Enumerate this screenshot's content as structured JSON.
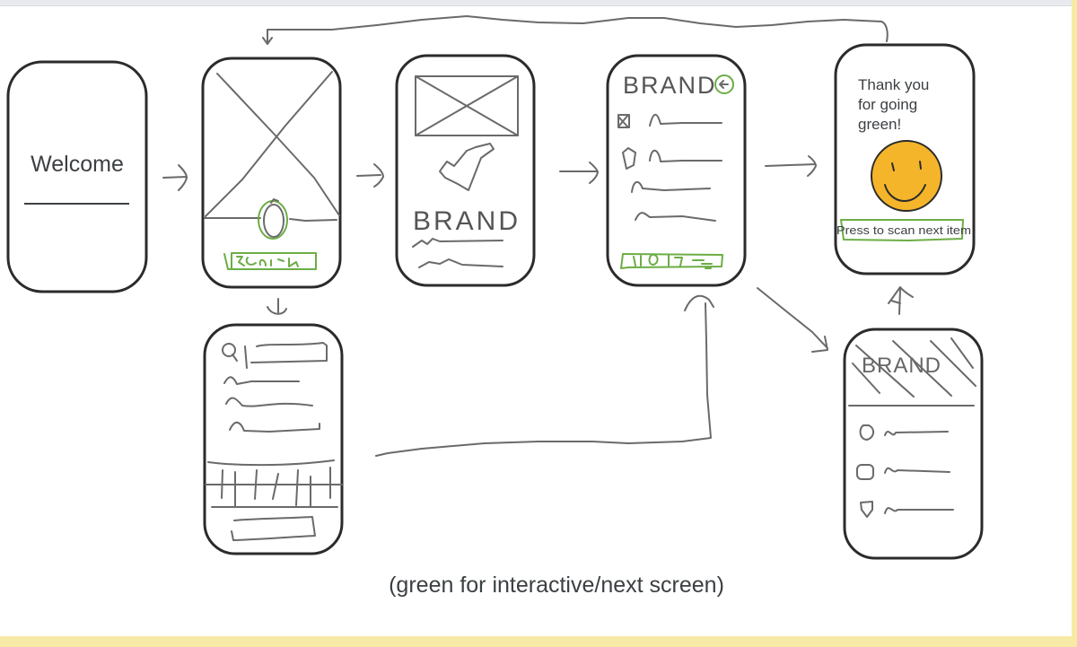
{
  "diagram": {
    "title": "App wireframe flow",
    "screens": {
      "welcome": {
        "label": "Welcome"
      },
      "scan": {
        "button_label": "search",
        "icon": "camera-shutter"
      },
      "brand_info": {
        "brand_label": "BRAND"
      },
      "brand_list": {
        "brand_label": "BRAND",
        "button_label": "more"
      },
      "thank_you": {
        "message_line1": "Thank you",
        "message_line2": "for going",
        "message_line3": "green!",
        "button_label": "Press to scan next item",
        "emoji": "smiley-face"
      },
      "search": {
        "icon": "search-icon"
      },
      "brand_detail": {
        "brand_label": "BRAND"
      }
    },
    "caption": "(green for interactive/next screen)",
    "colors": {
      "sketch": "#2b2b2b",
      "pencil": "#6a6a6a",
      "interactive": "#6cad45",
      "smiley": "#f5b52a",
      "accent_bar": "#f7eaa6"
    }
  }
}
